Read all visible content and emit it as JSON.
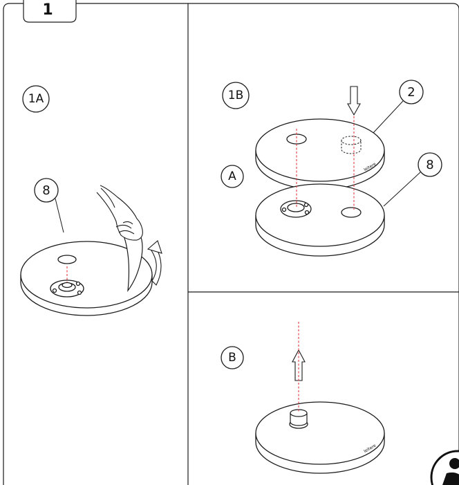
{
  "step": {
    "number": "1"
  },
  "panel_1a": {
    "label": "1A",
    "part_number": "8"
  },
  "panel_1b": {
    "label": "1B",
    "part_a": "A",
    "part_top": "2",
    "part_bottom": "8"
  },
  "panel_b": {
    "label": "B"
  },
  "brand_mark": "leitere",
  "colors": {
    "line": "#1a1a1a",
    "guide": "#e0242c"
  },
  "icons": {
    "corner": "person-kneeling-icon"
  }
}
